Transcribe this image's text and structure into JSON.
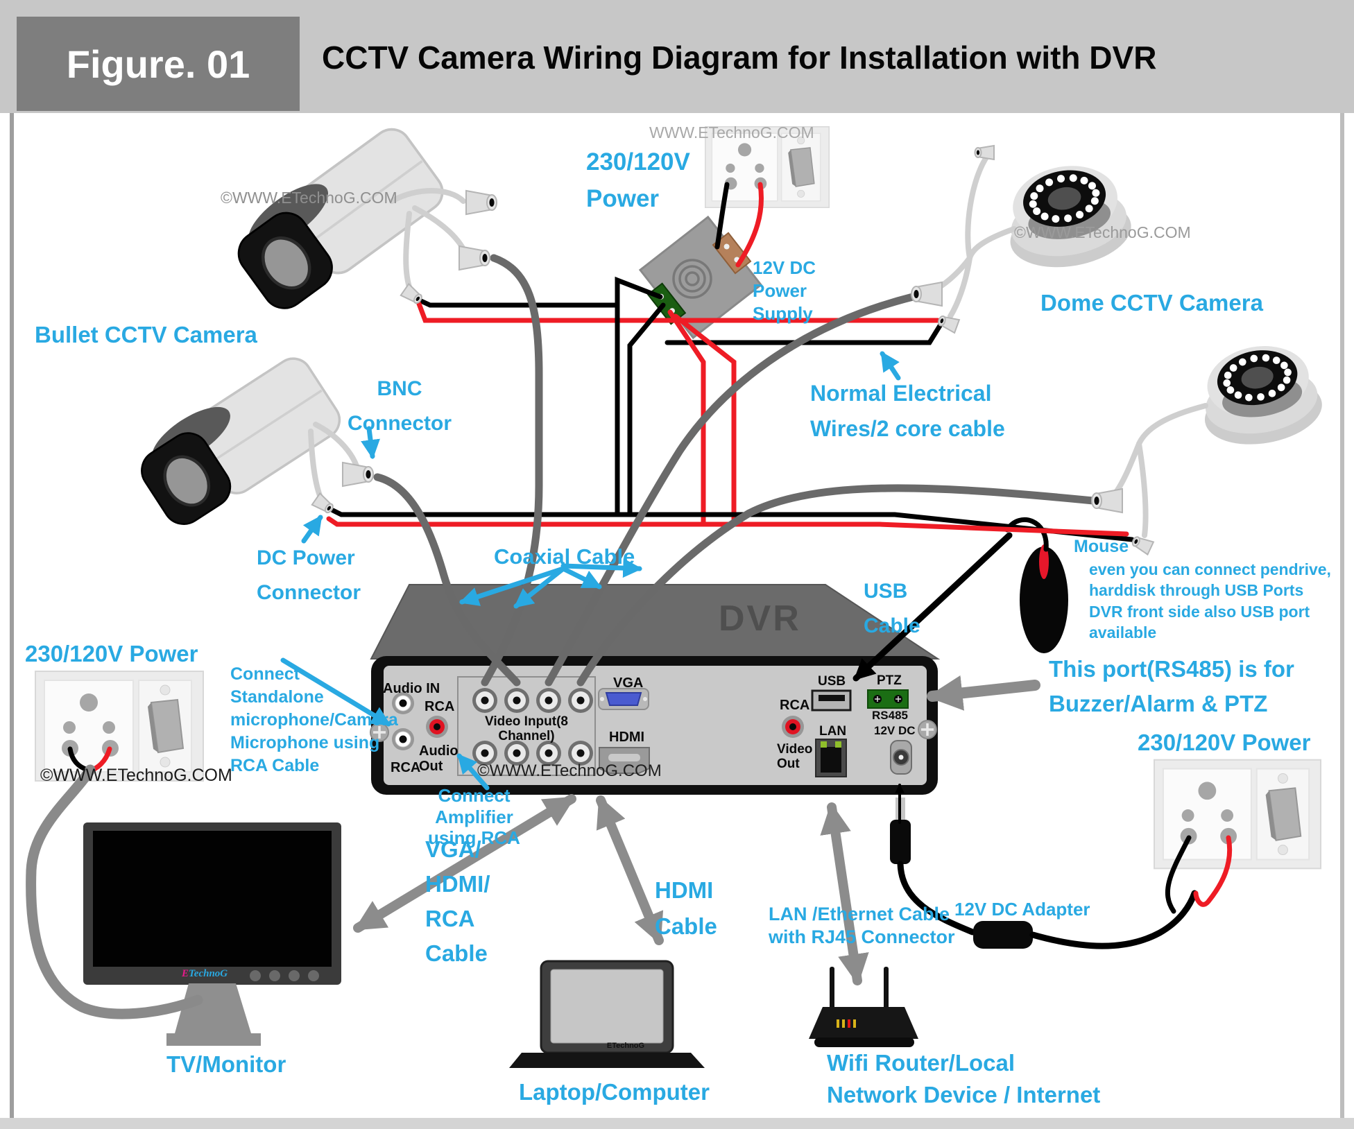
{
  "header": {
    "figure_label": "Figure. 01",
    "title": "CCTV Camera Wiring Diagram for Installation with DVR"
  },
  "watermarks": {
    "site": "WWW.ETechnoG.COM",
    "site_c": "©WWW.ETechnoG.COM"
  },
  "colors": {
    "accent_blue": "#29A9E2",
    "wire_red": "#EE1C25",
    "wire_black": "#000000",
    "coax_gray": "#6A6A6A",
    "arrow_gray": "#8C8C8C",
    "panel_gray": "#C9C9C9",
    "supply_green": "#1B5E12",
    "logo_magenta": "#E8198B"
  },
  "labels": {
    "bullet_camera": "Bullet CCTV Camera",
    "dome_camera": "Dome CCTV Camera",
    "power_top": "230/120V\nPower",
    "power_left": "230/120V Power",
    "power_right": "230/120V Power",
    "dc_supply": "12V DC\nPower\nSupply",
    "bnc_connector": "BNC\nConnector",
    "dc_power_connector": "DC Power\nConnector",
    "coaxial_cable": "Coaxial Cable",
    "normal_wires": "Normal Electrical\nWires/2 core cable",
    "usb_cable": "USB\nCable",
    "mouse": "Mouse",
    "mouse_note": "even you can connect pendrive,\nharddisk through USB Ports\nDVR front side also USB port\navailable",
    "rs485_note": "This port(RS485) is for\nBuzzer/Alarm & PTZ",
    "mic_note": "Connect\nStandalone\nmicrophone/Camera\nMicrophone using\nRCA Cable",
    "amp_note": "Connect Amplifier\nusing RCA",
    "display_cable": "VGA/\nHDMI/\nRCA\nCable",
    "hdmi_cable": "HDMI\nCable",
    "lan_cable": "LAN /Ethernet Cable\nwith RJ45 Connector",
    "dc_adapter": "12V DC Adapter",
    "tv": "TV/Monitor",
    "laptop": "Laptop/Computer",
    "router": "Wifi Router/Local\nNetwork Device  / Internet"
  },
  "dvr": {
    "model": "DVR",
    "audio_in": "Audio IN",
    "rca_left": "RCA",
    "rca_mid": "RCA",
    "audio_out": "Audio\nOut",
    "video_input": "Video Input(8 Channel)",
    "vga": "VGA",
    "hdmi": "HDMI",
    "rca_right": "RCA",
    "video_out": "Video\nOut",
    "usb": "USB",
    "ptz": "PTZ",
    "rs485": "RS485",
    "lan": "LAN",
    "dc_in": "12V DC"
  },
  "devices": {
    "tv_logo_e": "E",
    "tv_logo_rest": "TechnoG",
    "laptop_logo": "ETechnoG"
  }
}
